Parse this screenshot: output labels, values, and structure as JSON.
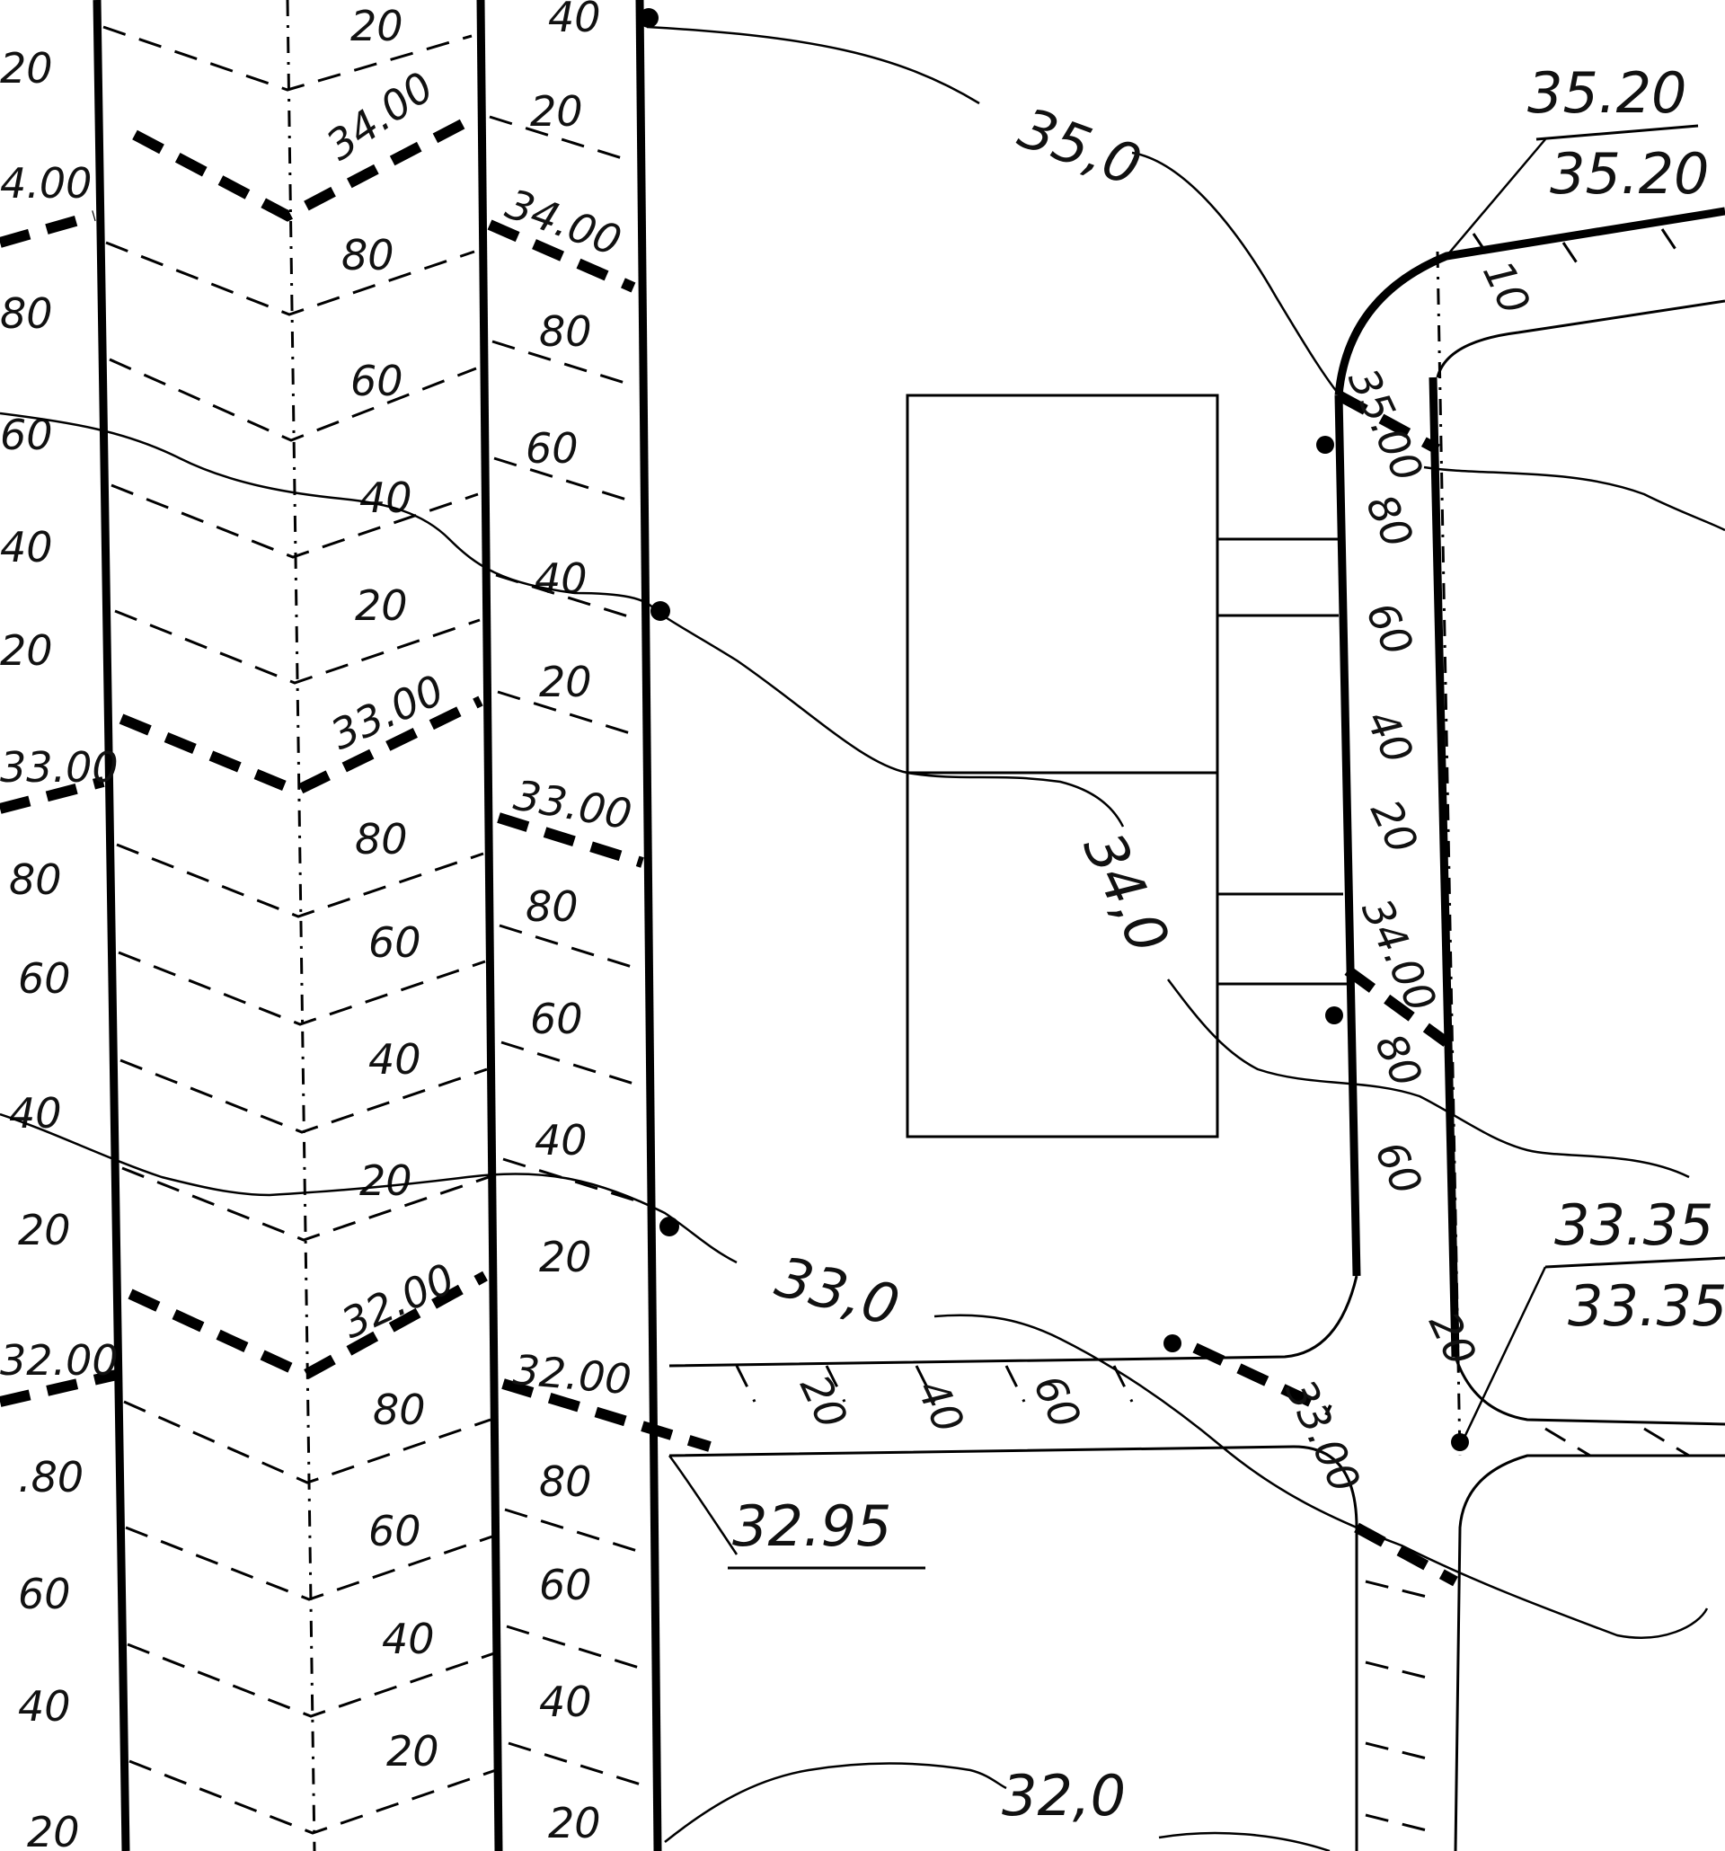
{
  "contours": {
    "c35": "35,0",
    "c34": "34,0",
    "c33": "33,0",
    "c32": "32,0"
  },
  "spot_heights": {
    "top_right_1": "35.20",
    "top_right_2": "35.20",
    "right_1": "33.35",
    "right_2": "33.35",
    "junction": "32.95"
  },
  "streets": {
    "far_left_marks": [
      "20",
      "4.00",
      "80",
      "60",
      "40",
      "20",
      "33.00",
      "80",
      "60",
      "40",
      "20",
      "32.00",
      ".80",
      "60",
      "40",
      "20"
    ],
    "axis_marks": [
      "20",
      "34.00",
      "80",
      "60",
      "40",
      "20",
      "33.00",
      "80",
      "60",
      "40",
      "20",
      "32.00",
      "80",
      "60",
      "40",
      "20"
    ],
    "right_edge_marks": [
      "40",
      "20",
      "34.00",
      "80",
      "60",
      "40",
      "20",
      "33.00",
      "80",
      "60",
      "40",
      "20",
      "32.00",
      "80",
      "60",
      "40",
      "20"
    ]
  },
  "side_road": {
    "labels": [
      "35.00",
      "80",
      "60",
      "40",
      "20",
      "34.00",
      "80",
      "60",
      "20",
      "20",
      "40",
      "60",
      "33.00"
    ],
    "slope": "10"
  }
}
